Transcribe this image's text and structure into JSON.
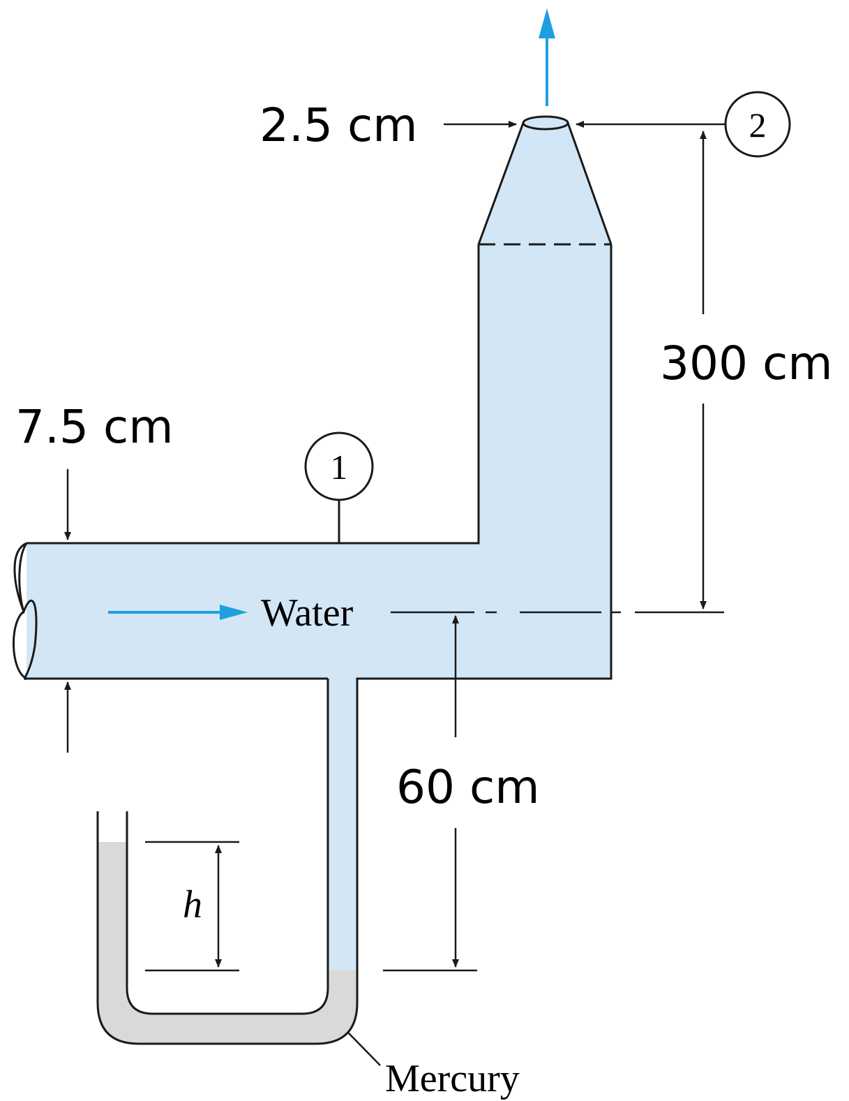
{
  "colors": {
    "water": "#d3e6f5",
    "mercury": "#d9d9d9",
    "flow_arrow": "#1ea0e0",
    "line": "#1a1a1a"
  },
  "labels": {
    "nozzle_diameter": "2.5 cm",
    "pipe_diameter": "7.5 cm",
    "elevation": "300 cm",
    "manometer_depth": "60 cm",
    "fluid": "Water",
    "manometer_fluid": "Mercury",
    "height_symbol": "h",
    "station_1": "1",
    "station_2": "2"
  }
}
